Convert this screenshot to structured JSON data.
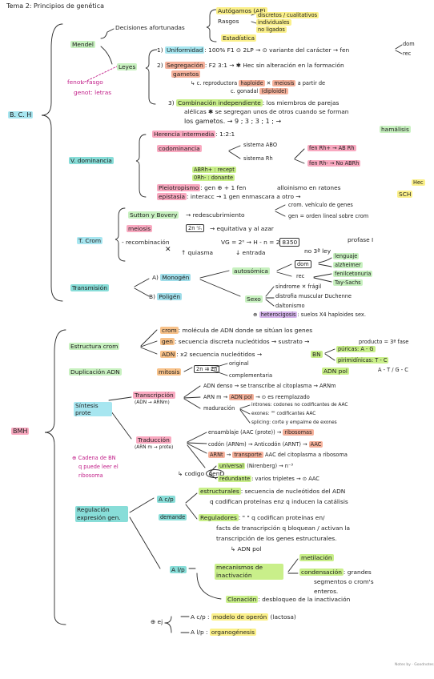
{
  "title": "Tema 2: Principios de genética",
  "bch": {
    "root": "B. C. H",
    "mendel": {
      "label": "Mendel",
      "decisiones": "Decisiones afortunadas",
      "autogamos": "Autógamos (AP)",
      "rasgos": "Rasgos",
      "rasgos_1": "discretos / cualitativos",
      "rasgos_2": "individuales",
      "rasgos_3": "no ligados",
      "estadistica": "Estadística",
      "fenot": "fenot: rasgo",
      "genot": "genot: letras",
      "leyes": "Leyes",
      "ley1_n": "1)",
      "ley1_name": "Uniformidad",
      "ley1_text": ": 100% F1 ⊙ 2LP → ⊙ variante del carácter → fen",
      "dom": "dom",
      "rec": "rec",
      "ley2_n": "2)",
      "ley2_name": "Segregación",
      "ley2_text": ": F2 3:1 → ✱ Hec sin alteración en la formación",
      "ley2_gametos": "gametos",
      "ley2_c1": "c. reproductora",
      "haploide": "haploide",
      "meiosis_w": "meiosis",
      "ley2_c1b": "a partir de",
      "ley2_c2": "c. gonadal",
      "diploide": "(diploide)",
      "ley3_n": "3)",
      "ley3_name": "Combinación independiente",
      "ley3_text1": ": los miembros de parejas",
      "ley3_text2": "alélicas ✱ se segregan unos de otros cuando se forman",
      "ley3_text3": "los gametos. → 9 ; 3 ; 3 ; 1 ; →",
      "hamalisis": "hamálisis"
    },
    "vdom": {
      "label": "V. dominancia",
      "herencia": "Herencia intermedia",
      "herencia_r": ": 1:2:1",
      "codominancia": "codominancia",
      "sistema1": "sistema ABO",
      "sistema2": "sistema Rh",
      "fenrh_pos": "fen Rh+ → AB Rh",
      "fenrh_neg": "fen Rh- → No ABRh",
      "abrh": "ABRh+ : recept",
      "orh": "0Rh- : donante",
      "pleiotropismo": "Pleiotropismo",
      "pleio_text": ": gen ⊕ + 1 fen",
      "alloinismo": "alloinismo en ratones",
      "hec": "Hec",
      "epistasia": "epistasia",
      "epi_text": ": interacc → 1 gen enmascara a otro →",
      "sch": "SCH"
    },
    "tcrom": {
      "label": "T. Crom",
      "sutton": "Sutton y Bovery",
      "sutton_r": "→ redescubrimiento",
      "sutton_r1": "crom. vehículo de genes",
      "sutton_r2": "gen = orden lineal sobre crom",
      "meiosis": "meiosis",
      "meiosis_r": "equitativa y al azar",
      "recomb": "- recombinación",
      "vg": "VG = 2ⁿ → H - n = 2",
      "num": "8350",
      "profase": "profase I",
      "quiasma": "quiasma",
      "entrada": "entrada",
      "ley3": "no 3ª ley"
    },
    "trans": {
      "label": "Transmisión",
      "a": "A)",
      "monogen": "Monogén",
      "b": "B)",
      "poligen": "Poligén",
      "autosomica": "autosómica",
      "dom": "dom",
      "rec": "rec",
      "d1": "lenguaje",
      "d2": "alzheimer",
      "d3": "fenilcetonuria",
      "d4": "Tay-Sachs",
      "sexo": "Sexo",
      "s1": "síndrome ✕ frágil",
      "s2": "distrofia muscular Duchenne",
      "s3": "daltonismo",
      "hetero": "heterocigosis",
      "hetero_text": ": suelos X4 haploides sex."
    }
  },
  "bmh": {
    "root": "BMH",
    "estructura": {
      "label": "Estructura crom",
      "crom": "crom",
      "crom_text": ": molécula de ADN donde se sitúan los genes",
      "gen": "gen",
      "gen_text": ": secuencia discreta nucleótidos → sustrato →",
      "producto": "producto = 3ª fase",
      "adn": "ADN",
      "adn_text": ": x2 secuencia nucleótidos →",
      "bn": "BN",
      "puricas": "púricas: A - G",
      "pirimidinicas": "pirimidínicas: T - C"
    },
    "duplicacion": {
      "label": "Duplicación ADN",
      "mitosis": "mitosis",
      "twon": "2n",
      "original": "original",
      "complementaria": "complementaria",
      "adnpol": "ADN pol",
      "atgc": "A - T / G - C"
    },
    "sintesis": {
      "label": "Síntesis prote",
      "transcripcion": "Transcripción",
      "transcripcion_sub": "(ADN → ARNm)",
      "t1": "ADN denso → se transcribe al citoplasma → ARNm",
      "t2a": "ARN m →",
      "t2pol": "ADN pol",
      "t2b": "→ ⊙ es reemplazado",
      "maduracion": "maduración",
      "intrones": "intrones: codones no codificantes de AAC",
      "exones": "exones: \"\" codificantes AAC",
      "splicing": "splicing: corte y empalme de exones",
      "traduccion": "Traducción",
      "traduccion_sub": "(ARN m → prote)",
      "ensamblaje": "ensamblaje (AAC (prote))",
      "ribosomas": "ribosomas",
      "codon": "codón (ARNm) → Anticodón (ARNT) →",
      "aac": "AAC",
      "arnt": "ARNt",
      "transporte": "transporte",
      "arnt_text": "AAC del citoplasma a ribosoma",
      "cadena1": "⊕ Cadena de BN",
      "cadena2": "q puede leer el",
      "cadena3": "ribosoma",
      "codigo": "codigo",
      "gent": "gent",
      "universal": "universal",
      "nirenberg": "(Nirenberg) →",
      "n3": "n⁻³",
      "redundante": "redundante",
      "redundante_text": ": varios tripletes → ⊙ AAC"
    },
    "regulacion": {
      "label": "Regulación expresión gen.",
      "acp": "A c/p",
      "demande": "demande",
      "estructurales": "estructurales",
      "est_text1": ": secuencia de nucleótidos del ADN",
      "est_text2": "q codifican proteínas enz q inducen la catálisis",
      "reguladores": "Reguladores",
      "reg_text1": ": \" \" q codifican proteínas en/",
      "reg_text2": "facts de transcripción q bloquean / activan la",
      "reg_text3": "transcripción de los genes estructurales.",
      "reg_text4": "ADN pol",
      "alp": "A l/p",
      "mecanismos": "mecanismos de inactivación",
      "metilacion": "metilación",
      "condensacion": "condensación",
      "cond_text1": ": grandes",
      "cond_text2": "segmentos o crom's",
      "cond_text3": "enteros.",
      "clonacion": "Clonación",
      "clon_text": ": desbloqueo de la inactivación",
      "ej": "⊕ ej",
      "ej1": "A c/p :",
      "ej1_hl": "modelo de operón",
      "ej1_text": "(lactosa)",
      "ej2": "A l/p :",
      "ej2_hl": "organogénesis"
    }
  },
  "signature": "Notes by · Goodnotes"
}
